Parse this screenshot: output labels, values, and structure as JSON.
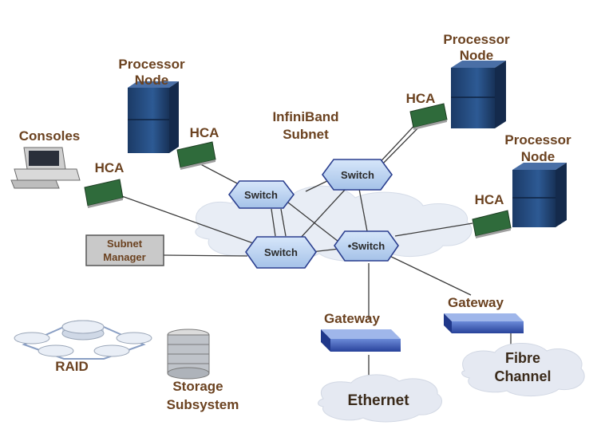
{
  "subnet_label": [
    "InfiniBand",
    "Subnet"
  ],
  "processor_nodes": [
    {
      "label": [
        "Processor",
        "Node"
      ],
      "hca": "HCA"
    },
    {
      "label": [
        "Processor",
        "Node"
      ],
      "hca": "HCA"
    },
    {
      "label": [
        "Processor",
        "Node"
      ],
      "hca": "HCA"
    }
  ],
  "consoles": {
    "label": "Consoles",
    "hca": "HCA"
  },
  "subnet_manager": [
    "Subnet",
    "Manager"
  ],
  "switches": [
    "Switch",
    "Switch",
    "Switch",
    "•Switch"
  ],
  "gateways": [
    "Gateway",
    "Gateway"
  ],
  "networks": {
    "ethernet": "Ethernet",
    "fibre": [
      "Fibre",
      "Channel"
    ]
  },
  "raid": "RAID",
  "storage": [
    "Storage",
    "Subsystem"
  ],
  "colors": {
    "label_text": "#6b4220",
    "switch_fill": "#b9d2f0",
    "switch_stroke": "#2b3f8f",
    "cloud": "#e7ecf4"
  }
}
